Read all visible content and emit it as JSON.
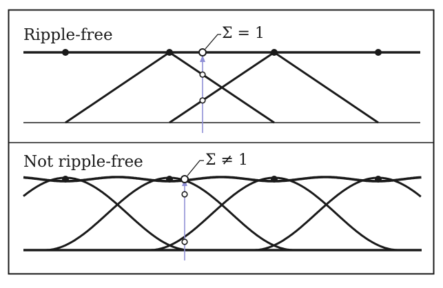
{
  "panels": [
    {
      "id": "ripple-free",
      "label": "Ripple-free",
      "sum_label": "Σ = 1",
      "kernel": "triangle"
    },
    {
      "id": "not-ripple-free",
      "label": "Not ripple-free",
      "sum_label": "Σ ≠ 1",
      "kernel": "raised-cosine"
    }
  ],
  "colors": {
    "ink": "#1a1a1a",
    "probe": "#8f8fd6",
    "frame": "#1a1a1a",
    "background": "#ffffff"
  }
}
